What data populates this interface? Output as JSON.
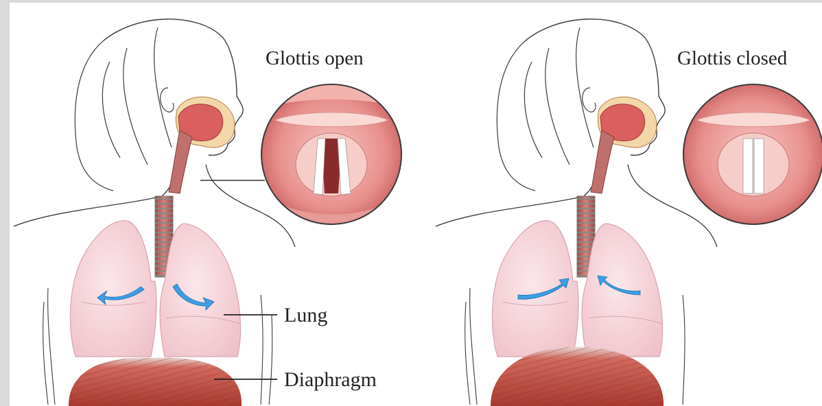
{
  "panels": [
    {
      "title": "Glottis open",
      "state": "open"
    },
    {
      "title": "Glottis closed",
      "state": "closed"
    }
  ],
  "labels": {
    "lung": "Lung",
    "diaphragm": "Diaphragm"
  },
  "colors": {
    "background": "#ffffff",
    "outline": "#3a3a3a",
    "lung": "#f6d3d9",
    "lung_edge": "#d7a4ad",
    "diaphragm": "#c0493c",
    "airflow_arrow": "#3c9ee6",
    "trachea": "#b85c5c",
    "tongue": "#d9605f",
    "vocal_cords": "#ffffff",
    "larynx_view": "#f1a9a8"
  }
}
